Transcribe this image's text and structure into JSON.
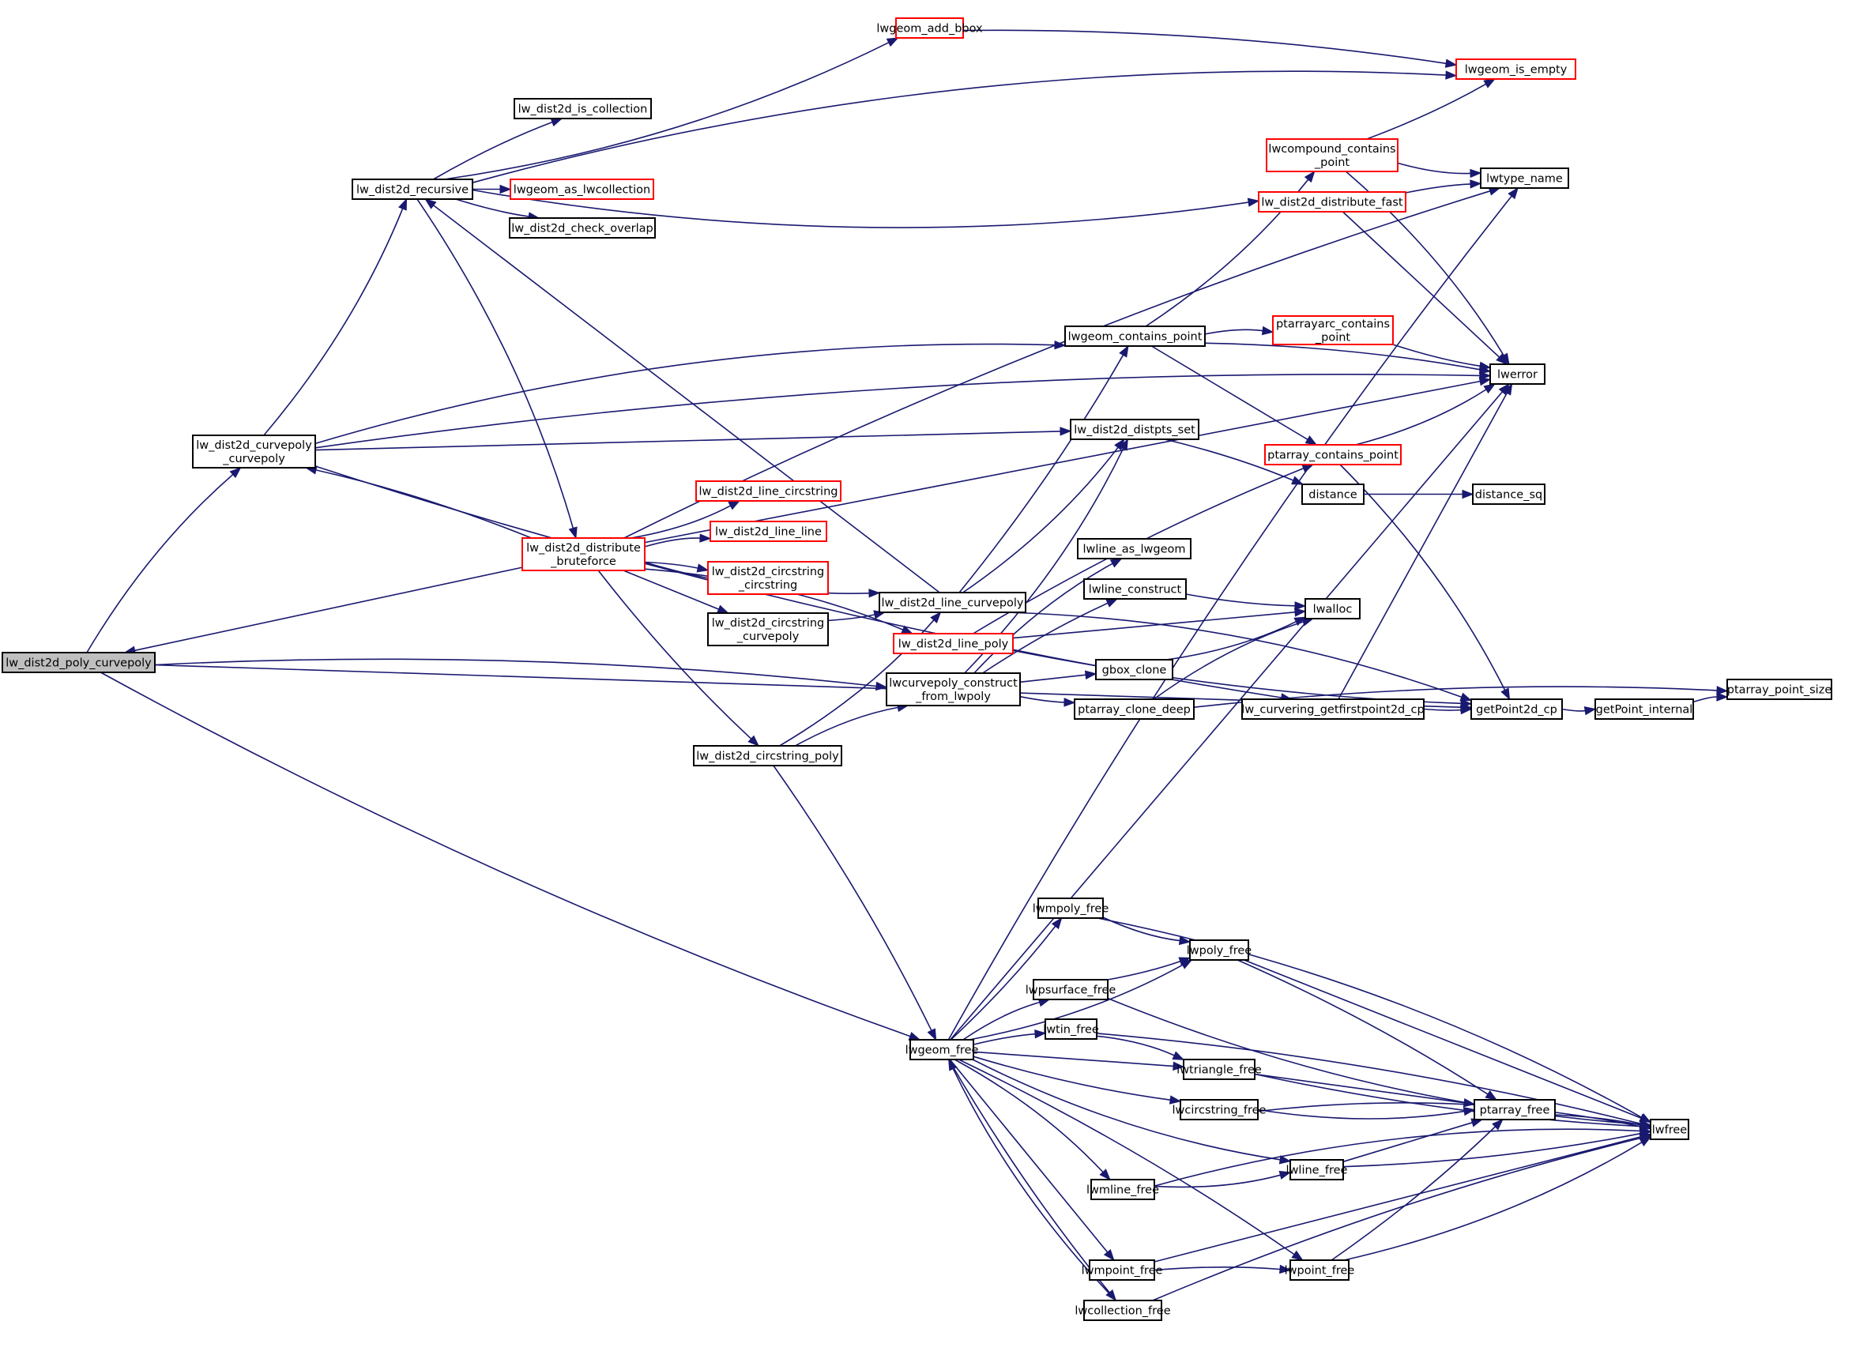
{
  "diagram": {
    "type": "call-graph",
    "colors": {
      "edge": "#191970",
      "incomplete_border": "#ff0000",
      "normal_border": "#000000",
      "root_fill": "#bfbfbf"
    },
    "nodes": [
      {
        "id": "root",
        "label": [
          "lw_dist2d_poly_curvepoly"
        ],
        "style": "root"
      },
      {
        "id": "curvepoly_curvepoly",
        "label": [
          "lw_dist2d_curvepoly",
          "_curvepoly"
        ],
        "style": "normal"
      },
      {
        "id": "recursive",
        "label": [
          "lw_dist2d_recursive"
        ],
        "style": "normal"
      },
      {
        "id": "add_bbox",
        "label": [
          "lwgeom_add_bbox"
        ],
        "style": "red"
      },
      {
        "id": "is_empty",
        "label": [
          "lwgeom_is_empty"
        ],
        "style": "red"
      },
      {
        "id": "is_collection",
        "label": [
          "lw_dist2d_is_collection"
        ],
        "style": "normal"
      },
      {
        "id": "as_lwcollection",
        "label": [
          "lwgeom_as_lwcollection"
        ],
        "style": "red"
      },
      {
        "id": "check_overlap",
        "label": [
          "lw_dist2d_check_overlap"
        ],
        "style": "normal"
      },
      {
        "id": "bruteforce",
        "label": [
          "lw_dist2d_distribute",
          "_bruteforce"
        ],
        "style": "red"
      },
      {
        "id": "line_circstring",
        "label": [
          "lw_dist2d_line_circstring"
        ],
        "style": "red"
      },
      {
        "id": "line_line",
        "label": [
          "lw_dist2d_line_line"
        ],
        "style": "red"
      },
      {
        "id": "circ_circ",
        "label": [
          "lw_dist2d_circstring",
          "_circstring"
        ],
        "style": "red"
      },
      {
        "id": "circ_curvepoly",
        "label": [
          "lw_dist2d_circstring",
          "_curvepoly"
        ],
        "style": "normal"
      },
      {
        "id": "circ_poly",
        "label": [
          "lw_dist2d_circstring_poly"
        ],
        "style": "normal"
      },
      {
        "id": "line_curvepoly",
        "label": [
          "lw_dist2d_line_curvepoly"
        ],
        "style": "normal"
      },
      {
        "id": "line_poly",
        "label": [
          "lw_dist2d_line_poly"
        ],
        "style": "red"
      },
      {
        "id": "construct",
        "label": [
          "lwcurvepoly_construct",
          "_from_lwpoly"
        ],
        "style": "normal"
      },
      {
        "id": "contains_point",
        "label": [
          "lwgeom_contains_point"
        ],
        "style": "normal"
      },
      {
        "id": "compound_contains",
        "label": [
          "lwcompound_contains",
          "_point"
        ],
        "style": "red"
      },
      {
        "id": "distribute_fast",
        "label": [
          "lw_dist2d_distribute_fast"
        ],
        "style": "red"
      },
      {
        "id": "lwtype_name",
        "label": [
          "lwtype_name"
        ],
        "style": "normal"
      },
      {
        "id": "ptarrayarc",
        "label": [
          "ptarrayarc_contains",
          "_point"
        ],
        "style": "red"
      },
      {
        "id": "lwerror",
        "label": [
          "lwerror"
        ],
        "style": "normal"
      },
      {
        "id": "distpts_set",
        "label": [
          "lw_dist2d_distpts_set"
        ],
        "style": "normal"
      },
      {
        "id": "ptarray_contains",
        "label": [
          "ptarray_contains_point"
        ],
        "style": "red"
      },
      {
        "id": "distance",
        "label": [
          "distance"
        ],
        "style": "normal"
      },
      {
        "id": "distance_sq",
        "label": [
          "distance_sq"
        ],
        "style": "normal"
      },
      {
        "id": "as_lwgeom",
        "label": [
          "lwline_as_lwgeom"
        ],
        "style": "normal"
      },
      {
        "id": "lwline_construct",
        "label": [
          "lwline_construct"
        ],
        "style": "normal"
      },
      {
        "id": "lwalloc",
        "label": [
          "lwalloc"
        ],
        "style": "normal"
      },
      {
        "id": "gbox_clone",
        "label": [
          "gbox_clone"
        ],
        "style": "normal"
      },
      {
        "id": "clone_deep",
        "label": [
          "ptarray_clone_deep"
        ],
        "style": "normal"
      },
      {
        "id": "getfirstpoint",
        "label": [
          "lw_curvering_getfirstpoint2d_cp"
        ],
        "style": "normal"
      },
      {
        "id": "getpoint2d",
        "label": [
          "getPoint2d_cp"
        ],
        "style": "normal"
      },
      {
        "id": "getpoint_internal",
        "label": [
          "getPoint_internal"
        ],
        "style": "normal"
      },
      {
        "id": "point_size",
        "label": [
          "ptarray_point_size"
        ],
        "style": "normal"
      },
      {
        "id": "lwgeom_free",
        "label": [
          "lwgeom_free"
        ],
        "style": "normal"
      },
      {
        "id": "mpoly_free",
        "label": [
          "lwmpoly_free"
        ],
        "style": "normal"
      },
      {
        "id": "poly_free",
        "label": [
          "lwpoly_free"
        ],
        "style": "normal"
      },
      {
        "id": "psurface_free",
        "label": [
          "lwpsurface_free"
        ],
        "style": "normal"
      },
      {
        "id": "tin_free",
        "label": [
          "lwtin_free"
        ],
        "style": "normal"
      },
      {
        "id": "triangle_free",
        "label": [
          "lwtriangle_free"
        ],
        "style": "normal"
      },
      {
        "id": "circstring_free",
        "label": [
          "lwcircstring_free"
        ],
        "style": "normal"
      },
      {
        "id": "ptarray_free",
        "label": [
          "ptarray_free"
        ],
        "style": "normal"
      },
      {
        "id": "lwfree",
        "label": [
          "lwfree"
        ],
        "style": "normal"
      },
      {
        "id": "line_free",
        "label": [
          "lwline_free"
        ],
        "style": "normal"
      },
      {
        "id": "mline_free",
        "label": [
          "lwmline_free"
        ],
        "style": "normal"
      },
      {
        "id": "mpoint_free",
        "label": [
          "lwmpoint_free"
        ],
        "style": "normal"
      },
      {
        "id": "point_free",
        "label": [
          "lwpoint_free"
        ],
        "style": "normal"
      },
      {
        "id": "collection_free",
        "label": [
          "lwcollection_free"
        ],
        "style": "normal"
      }
    ],
    "edges": [
      [
        "root",
        "curvepoly_curvepoly"
      ],
      [
        "root",
        "construct"
      ],
      [
        "root",
        "getpoint2d"
      ],
      [
        "root",
        "lwgeom_free"
      ],
      [
        "curvepoly_curvepoly",
        "recursive"
      ],
      [
        "curvepoly_curvepoly",
        "contains_point"
      ],
      [
        "curvepoly_curvepoly",
        "lwerror"
      ],
      [
        "curvepoly_curvepoly",
        "distpts_set"
      ],
      [
        "curvepoly_curvepoly",
        "getfirstpoint"
      ],
      [
        "recursive",
        "add_bbox"
      ],
      [
        "recursive",
        "is_empty"
      ],
      [
        "recursive",
        "is_collection"
      ],
      [
        "recursive",
        "as_lwcollection"
      ],
      [
        "recursive",
        "check_overlap"
      ],
      [
        "recursive",
        "distribute_fast"
      ],
      [
        "recursive",
        "bruteforce"
      ],
      [
        "add_bbox",
        "is_empty"
      ],
      [
        "bruteforce",
        "root"
      ],
      [
        "bruteforce",
        "curvepoly_curvepoly"
      ],
      [
        "bruteforce",
        "line_circstring"
      ],
      [
        "bruteforce",
        "line_line"
      ],
      [
        "bruteforce",
        "circ_circ"
      ],
      [
        "bruteforce",
        "circ_curvepoly"
      ],
      [
        "bruteforce",
        "circ_poly"
      ],
      [
        "bruteforce",
        "line_curvepoly"
      ],
      [
        "bruteforce",
        "line_poly"
      ],
      [
        "bruteforce",
        "lwtype_name"
      ],
      [
        "bruteforce",
        "lwerror"
      ],
      [
        "circ_curvepoly",
        "line_curvepoly"
      ],
      [
        "circ_poly",
        "line_curvepoly"
      ],
      [
        "circ_poly",
        "construct"
      ],
      [
        "circ_poly",
        "lwgeom_free"
      ],
      [
        "line_curvepoly",
        "recursive"
      ],
      [
        "line_curvepoly",
        "contains_point"
      ],
      [
        "line_curvepoly",
        "distpts_set"
      ],
      [
        "line_curvepoly",
        "getpoint2d"
      ],
      [
        "line_poly",
        "ptarray_contains"
      ],
      [
        "line_poly",
        "lwalloc"
      ],
      [
        "line_poly",
        "getpoint2d"
      ],
      [
        "construct",
        "distpts_set"
      ],
      [
        "construct",
        "as_lwgeom"
      ],
      [
        "construct",
        "lwline_construct"
      ],
      [
        "construct",
        "gbox_clone"
      ],
      [
        "construct",
        "clone_deep"
      ],
      [
        "contains_point",
        "compound_contains"
      ],
      [
        "contains_point",
        "ptarrayarc"
      ],
      [
        "contains_point",
        "lwerror"
      ],
      [
        "contains_point",
        "ptarray_contains"
      ],
      [
        "compound_contains",
        "is_empty"
      ],
      [
        "compound_contains",
        "lwtype_name"
      ],
      [
        "compound_contains",
        "lwerror"
      ],
      [
        "distribute_fast",
        "lwtype_name"
      ],
      [
        "distribute_fast",
        "lwerror"
      ],
      [
        "ptarrayarc",
        "lwerror"
      ],
      [
        "ptarray_contains",
        "lwerror"
      ],
      [
        "ptarray_contains",
        "getpoint2d"
      ],
      [
        "distpts_set",
        "distance"
      ],
      [
        "distance",
        "distance_sq"
      ],
      [
        "lwline_construct",
        "lwalloc"
      ],
      [
        "gbox_clone",
        "lwalloc"
      ],
      [
        "clone_deep",
        "lwalloc"
      ],
      [
        "clone_deep",
        "point_size"
      ],
      [
        "getfirstpoint",
        "lwerror"
      ],
      [
        "getfirstpoint",
        "getpoint2d"
      ],
      [
        "getpoint2d",
        "getpoint_internal"
      ],
      [
        "getpoint_internal",
        "point_size"
      ],
      [
        "lwgeom_free",
        "lwtype_name"
      ],
      [
        "lwgeom_free",
        "lwerror"
      ],
      [
        "lwgeom_free",
        "mpoly_free"
      ],
      [
        "lwgeom_free",
        "poly_free"
      ],
      [
        "lwgeom_free",
        "psurface_free"
      ],
      [
        "lwgeom_free",
        "tin_free"
      ],
      [
        "lwgeom_free",
        "triangle_free"
      ],
      [
        "lwgeom_free",
        "circstring_free"
      ],
      [
        "lwgeom_free",
        "line_free"
      ],
      [
        "lwgeom_free",
        "mline_free"
      ],
      [
        "lwgeom_free",
        "point_free"
      ],
      [
        "lwgeom_free",
        "mpoint_free"
      ],
      [
        "lwgeom_free",
        "collection_free"
      ],
      [
        "mpoly_free",
        "poly_free"
      ],
      [
        "mpoly_free",
        "lwfree"
      ],
      [
        "poly_free",
        "ptarray_free"
      ],
      [
        "poly_free",
        "lwfree"
      ],
      [
        "psurface_free",
        "poly_free"
      ],
      [
        "psurface_free",
        "lwfree"
      ],
      [
        "tin_free",
        "triangle_free"
      ],
      [
        "tin_free",
        "lwfree"
      ],
      [
        "triangle_free",
        "ptarray_free"
      ],
      [
        "triangle_free",
        "lwfree"
      ],
      [
        "circstring_free",
        "ptarray_free"
      ],
      [
        "circstring_free",
        "lwfree"
      ],
      [
        "ptarray_free",
        "lwfree"
      ],
      [
        "line_free",
        "ptarray_free"
      ],
      [
        "line_free",
        "lwfree"
      ],
      [
        "mline_free",
        "line_free"
      ],
      [
        "mline_free",
        "lwfree"
      ],
      [
        "mpoint_free",
        "point_free"
      ],
      [
        "mpoint_free",
        "lwfree"
      ],
      [
        "point_free",
        "ptarray_free"
      ],
      [
        "point_free",
        "lwfree"
      ],
      [
        "collection_free",
        "lwgeom_free"
      ],
      [
        "collection_free",
        "lwfree"
      ]
    ]
  }
}
